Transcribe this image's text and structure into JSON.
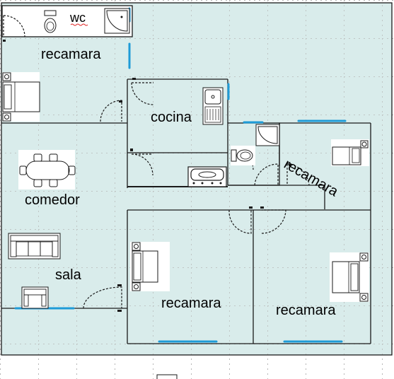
{
  "colors": {
    "floor": "#d9eceb",
    "wall": "#1a1a1a",
    "window": "#1e9bd7",
    "grid": "#9a9a9a",
    "paper": "#ffffff"
  },
  "labels": {
    "wc": "wc",
    "recamara_top": "recamara",
    "cocina": "cocina",
    "comedor": "comedor",
    "recamara_right": "recamara",
    "sala": "sala",
    "recamara_center": "recamara",
    "recamara_bottom_right": "recamara"
  },
  "fixtures": [
    "toilet-icon",
    "corner-shower-icon",
    "bed-icon",
    "sink-icon",
    "stove-icon",
    "dining-table-icon",
    "sofa-icon",
    "armchair-icon",
    "door-swing-icon"
  ]
}
